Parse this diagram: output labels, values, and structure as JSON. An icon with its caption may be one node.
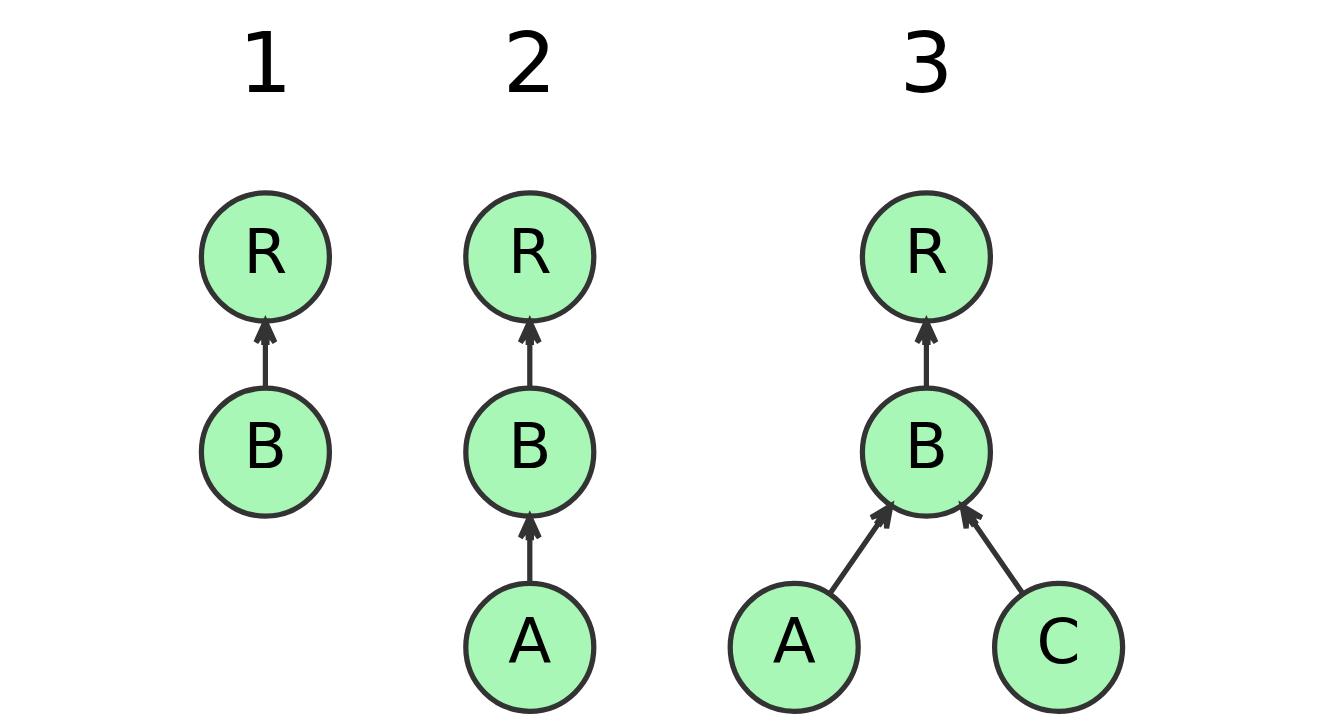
{
  "diagram": {
    "nodes": [
      {
        "text": [
          "R"
        ]
      },
      {
        "text": [
          "B"
        ]
      },
      {
        "text": [
          "R"
        ]
      },
      {
        "text": [
          "B"
        ]
      },
      {
        "text": [
          "A"
        ]
      },
      {
        "text": [
          "R"
        ]
      },
      {
        "text": [
          "B"
        ]
      },
      {
        "text": [
          "A"
        ]
      },
      {
        "text": [
          "C"
        ]
      }
    ],
    "edges": [
      {
        "from": 1,
        "to": 0,
        "arrow": "to"
      },
      {
        "from": 3,
        "to": 2,
        "arrow": "to"
      },
      {
        "from": 4,
        "to": 3,
        "arrow": "to"
      },
      {
        "from": 6,
        "to": 5,
        "arrow": "to"
      },
      {
        "from": 7,
        "to": 6,
        "arrow": "to"
      },
      {
        "from": 8,
        "to": 6,
        "arrow": "to"
      }
    ],
    "labels": [
      "1",
      "2",
      "3"
    ]
  }
}
